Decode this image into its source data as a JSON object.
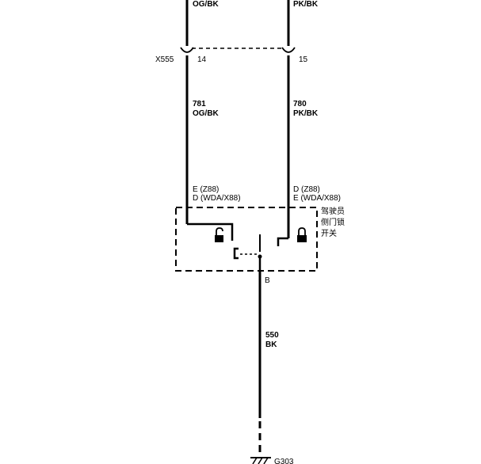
{
  "wires": {
    "left_top_color": "OG/BK",
    "right_top_color": "PK/BK",
    "left_mid_number": "781",
    "left_mid_color": "OG/BK",
    "right_mid_number": "780",
    "right_mid_color": "PK/BK",
    "ground_number": "550",
    "ground_color": "BK"
  },
  "connector": {
    "name": "X555",
    "left_pin": "14",
    "right_pin": "15"
  },
  "switch": {
    "left_pin_line1": "E (Z88)",
    "left_pin_line2": "D (WDA/X88)",
    "right_pin_line1": "D (Z88)",
    "right_pin_line2": "E (WDA/X88)",
    "name_line1": "驾驶员",
    "name_line2": "侧门锁",
    "name_line3": "开关",
    "common_pin": "B",
    "unlock_symbol": "unlock-icon",
    "lock_symbol": "lock-icon"
  },
  "ground": {
    "name": "G303"
  },
  "colors": {
    "line": "#000000",
    "background": "#ffffff"
  }
}
